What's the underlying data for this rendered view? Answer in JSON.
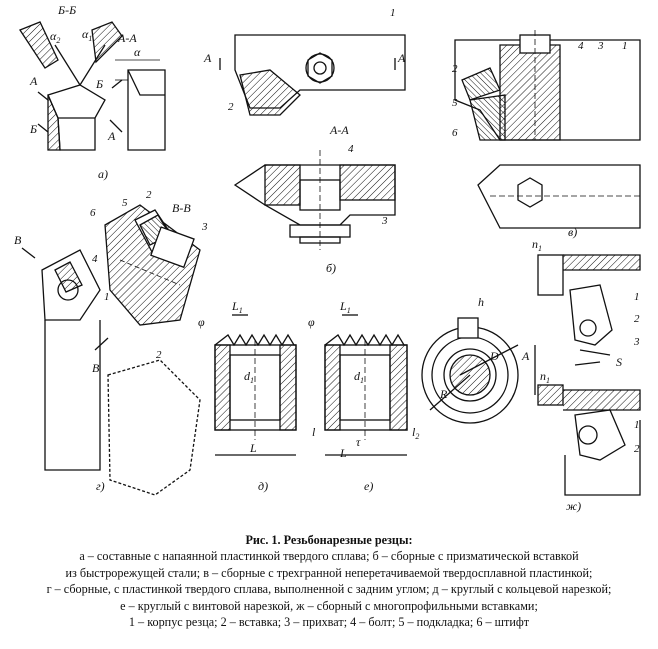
{
  "panels": {
    "a": {
      "letter": "а)",
      "section_bb": "Б-Б",
      "section_aa": "А-А",
      "alpha": "α",
      "alpha1": "α",
      "alpha1_sub": "1",
      "alpha2": "α",
      "alpha2_sub": "2",
      "mark_a": "А",
      "mark_b": "Б"
    },
    "b": {
      "letter": "б)",
      "section_aa": "А-А",
      "mark_a": "А",
      "callouts": [
        "1",
        "2",
        "3",
        "4"
      ]
    },
    "v": {
      "letter": "в)",
      "callouts": [
        "1",
        "2",
        "3",
        "4",
        "5",
        "6"
      ]
    },
    "g": {
      "letter": "г)",
      "section_vv": "В-В",
      "mark_v": "В",
      "callouts": [
        "1",
        "2",
        "3",
        "4",
        "5",
        "6"
      ]
    },
    "d": {
      "letter": "д)",
      "L1": "L",
      "L1_sub": "1",
      "d1": "d",
      "d1_sub": "1",
      "L": "L",
      "l": "l",
      "phi": "φ"
    },
    "e": {
      "letter": "е)",
      "L1": "L",
      "L1_sub": "1",
      "d1": "d",
      "d1_sub": "1",
      "L": "L",
      "l2": "l",
      "l2_sub": "2",
      "tau": "τ",
      "phi": "φ"
    },
    "circ": {
      "h": "h",
      "D": "D",
      "A": "A",
      "R": "R"
    },
    "zh": {
      "letter": "ж)",
      "n1": "n",
      "n1_sub": "1",
      "s": "S",
      "callouts": [
        "1",
        "2",
        "3"
      ]
    }
  },
  "caption": {
    "title": "Рис. 1. Резьбонарезные резцы:",
    "lines": [
      "а – составные с напаянной пластинкой твердого сплава; б – сборные с призматической вставкой",
      "из быстрорежущей стали; в – сборные с трехгранной неперетачиваемой твердосплавной пластинкой;",
      "г – сборные, с пластинкой твердого сплава, выполненной с задним углом; д – круглый с кольцевой нарезкой;",
      "е – круглый с винтовой нарезкой, ж – сборный с многопрофильными вставками;",
      "1 – корпус резца; 2 – вставка; 3 – прихват; 4 – болт; 5 – подкладка; 6 – штифт"
    ]
  }
}
